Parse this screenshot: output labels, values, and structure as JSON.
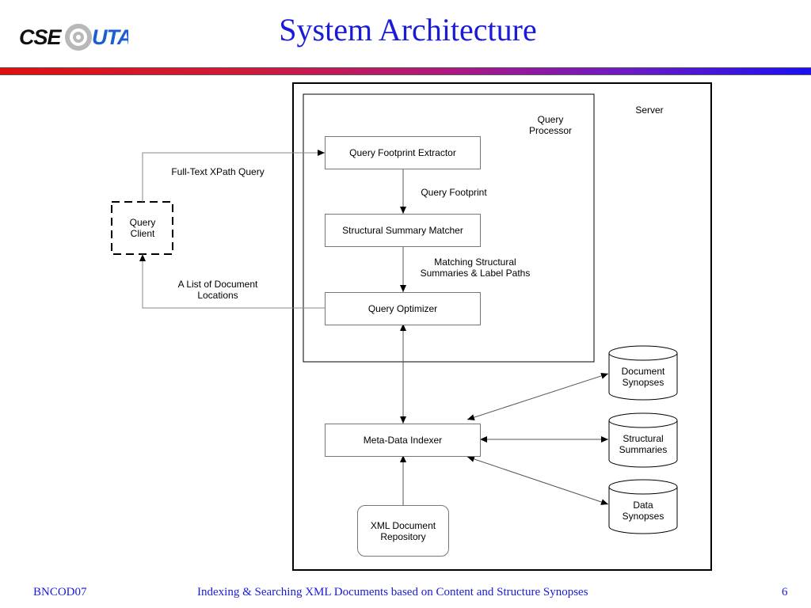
{
  "slide": {
    "title": "System Architecture",
    "logo": "CSE@UTA"
  },
  "diagram": {
    "server_label": "Server",
    "query_processor_label": "Query\nProcessor",
    "client_label": "Query\nClient",
    "nodes": {
      "extractor": "Query Footprint Extractor",
      "matcher": "Structural Summary Matcher",
      "optimizer": "Query Optimizer",
      "indexer": "Meta-Data Indexer",
      "repository": "XML Document\nRepository",
      "doc_synopses": "Document\nSynopses",
      "struct_summaries": "Structural\nSummaries",
      "data_synopses": "Data\nSynopses"
    },
    "edge_labels": {
      "fulltext_query": "Full-Text XPath Query",
      "footprint": "Query Footprint",
      "matching": "Matching Structural\nSummaries & Label Paths",
      "doc_locations": "A List of Document\nLocations"
    }
  },
  "footer": {
    "left": "BNCOD07",
    "center": "Indexing & Searching XML Documents based on Content and Structure Synopses",
    "page": "6"
  },
  "colors": {
    "title": "#1a1ad8",
    "logo_black": "#111111",
    "logo_blue": "#1a5fd0",
    "logo_gray": "#b8b8b8"
  }
}
